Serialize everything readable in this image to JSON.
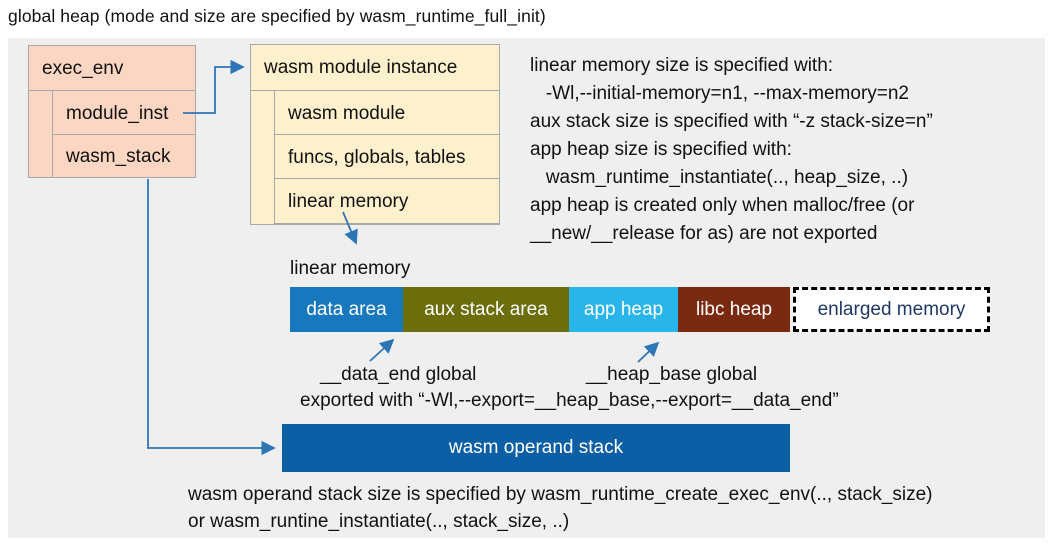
{
  "title": "global heap (mode and size are specified by wasm_runtime_full_init)",
  "exec_env_box": {
    "header": "exec_env",
    "rows": [
      {
        "label": "module_inst"
      },
      {
        "label": "wasm_stack"
      }
    ]
  },
  "module_instance_box": {
    "header": "wasm module instance",
    "rows": [
      {
        "label": "wasm module"
      },
      {
        "label": "funcs, globals, tables"
      },
      {
        "label": "linear memory"
      }
    ]
  },
  "size_notes": {
    "lines": [
      "linear memory size is specified with:",
      "   -Wl,--initial-memory=n1, --max-memory=n2",
      "aux stack size is specified with “-z stack-size=n”",
      "app heap size is specified with:",
      "   wasm_runtime_instantiate(.., heap_size, ..)",
      "app heap is created only when malloc/free (or",
      "__new/__release for as) are not exported"
    ]
  },
  "linear_memory": {
    "label": "linear memory",
    "segments": [
      {
        "label": "data area",
        "color": "#1778be",
        "text_color": "#ffffff"
      },
      {
        "label": "aux stack area",
        "color": "#6b6e0b",
        "text_color": "#ffffff"
      },
      {
        "label": "app heap",
        "color": "#29b5ea",
        "text_color": "#ffffff"
      },
      {
        "label": "libc heap",
        "color": "#7b2a12",
        "text_color": "#ffffff"
      },
      {
        "label": "enlarged memory",
        "color": "#ffffff",
        "text_color": "#1f3864",
        "border": "dashed"
      }
    ]
  },
  "globals_annotation": {
    "data_end": "__data_end global",
    "heap_base": "__heap_base global",
    "export_line": "exported with “-Wl,--export=__heap_base,--export=__data_end”"
  },
  "operand_stack": {
    "label": "wasm operand stack",
    "color": "#0c5ea5",
    "notes": [
      "wasm operand stack size is specified by wasm_runtime_create_exec_env(.., stack_size)",
      "or wasm_runtine_instantiate(.., stack_size, ..)"
    ]
  },
  "colors": {
    "panel_bg": "#efefef",
    "exec_env_fill": "#fbd7c3",
    "module_instance_fill": "#fdf0cc",
    "box_border": "#a8a8a8",
    "arrow": "#2e75b6",
    "title_text": "#111111"
  }
}
